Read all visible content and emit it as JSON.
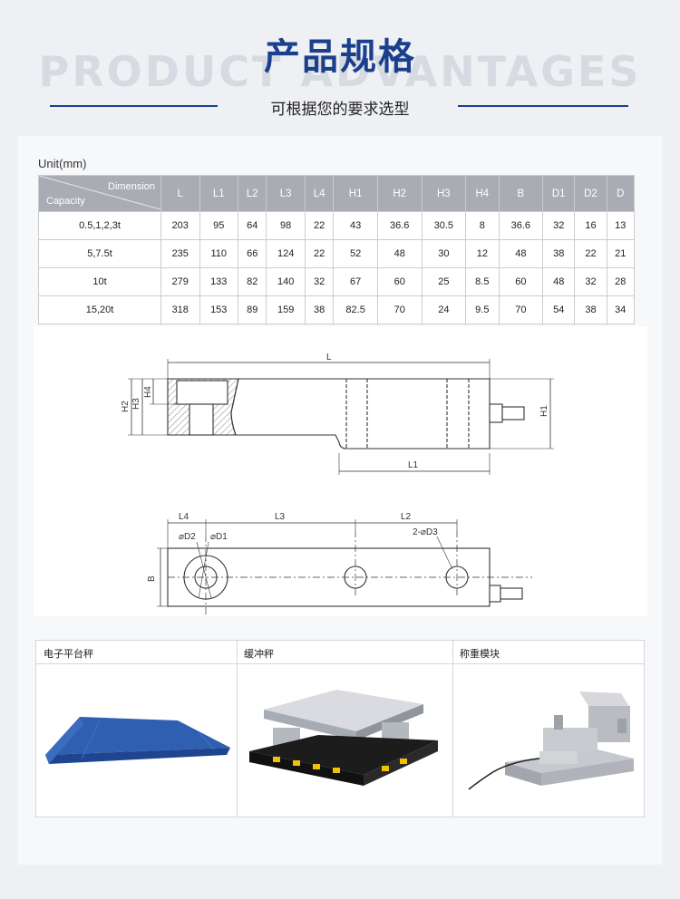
{
  "header": {
    "title_cn": "产品规格",
    "bg_word": "PRODUCT ADVANTAGES",
    "subtitle": "可根据您的要求选型"
  },
  "spec": {
    "unit_label": "Unit(mm)",
    "corner_dimension": "Dimension",
    "corner_capacity": "Capacity",
    "columns": [
      "L",
      "L1",
      "L2",
      "L3",
      "L4",
      "H1",
      "H2",
      "H3",
      "H4",
      "B",
      "D1",
      "D2",
      "D"
    ],
    "rows": [
      {
        "capacity": "0.5,1,2,3t",
        "values": [
          "203",
          "95",
          "64",
          "98",
          "22",
          "43",
          "36.6",
          "30.5",
          "8",
          "36.6",
          "32",
          "16",
          "13"
        ]
      },
      {
        "capacity": "5,7.5t",
        "values": [
          "235",
          "110",
          "66",
          "124",
          "22",
          "52",
          "48",
          "30",
          "12",
          "48",
          "38",
          "22",
          "21"
        ]
      },
      {
        "capacity": "10t",
        "values": [
          "279",
          "133",
          "82",
          "140",
          "32",
          "67",
          "60",
          "25",
          "8.5",
          "60",
          "48",
          "32",
          "28"
        ]
      },
      {
        "capacity": "15,20t",
        "values": [
          "318",
          "153",
          "89",
          "159",
          "38",
          "82.5",
          "70",
          "24",
          "9.5",
          "70",
          "54",
          "38",
          "34"
        ]
      }
    ]
  },
  "drawing": {
    "labels": {
      "L": "L",
      "L1": "L1",
      "L2": "L2",
      "L3": "L3",
      "L4": "L4",
      "H1": "H1",
      "H2": "H2",
      "H3": "H3",
      "H4": "H4",
      "B": "B",
      "D1": "⌀D1",
      "D2": "⌀D2",
      "D3": "2-⌀D3"
    }
  },
  "applications": [
    {
      "label": "电子平台秤"
    },
    {
      "label": "缓冲秤"
    },
    {
      "label": "称重模块"
    }
  ],
  "colors": {
    "brand": "#1a3f8c",
    "table_header": "#a9acb2",
    "accent_blue": "#2f5fb0"
  }
}
